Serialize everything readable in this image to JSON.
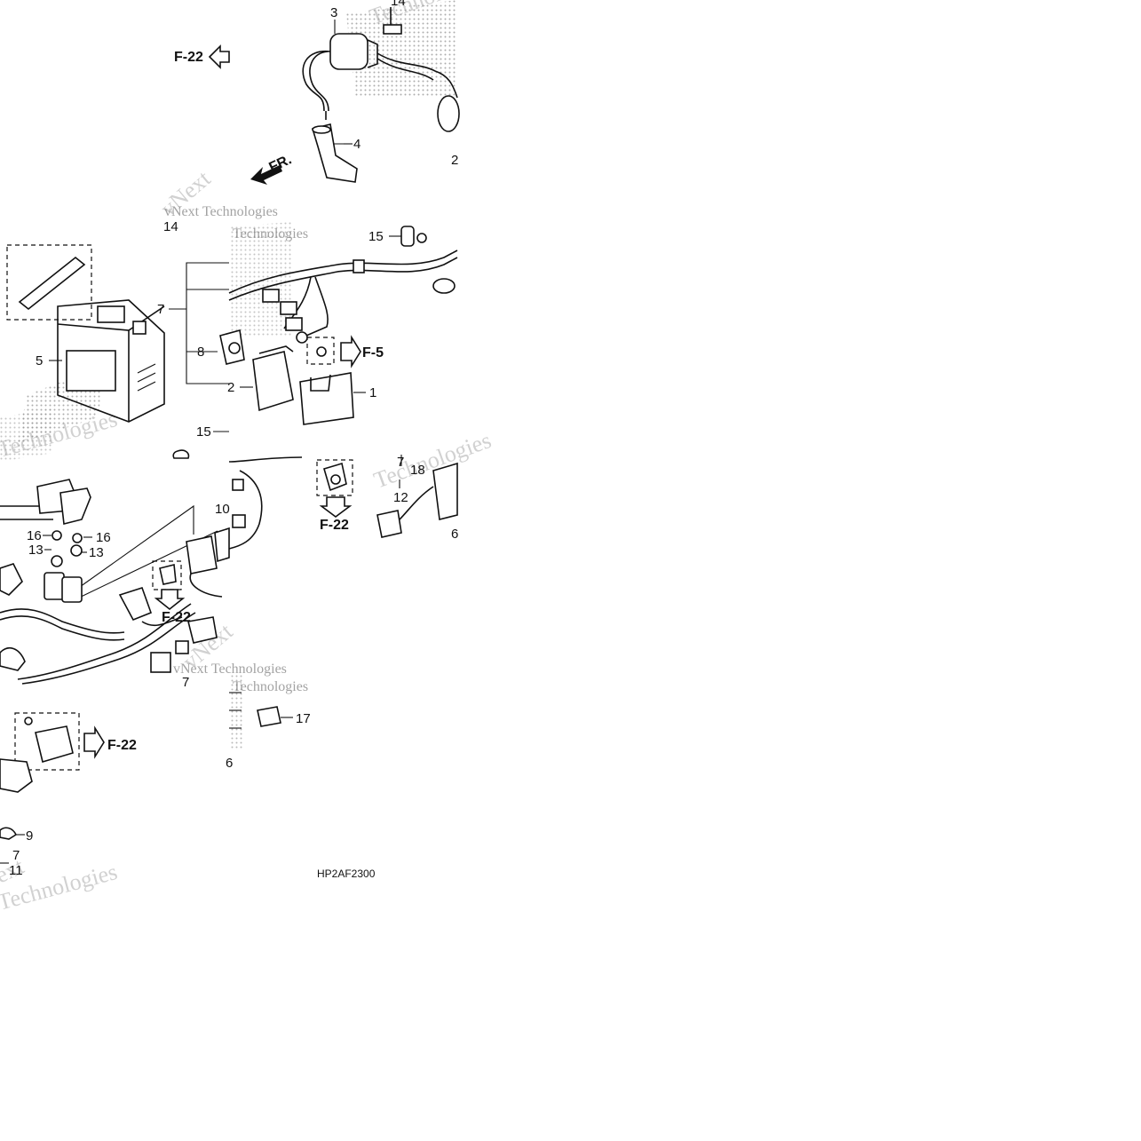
{
  "callouts": [
    "1",
    "2",
    "3",
    "4",
    "5",
    "6",
    "7",
    "8",
    "9",
    "10",
    "11",
    "12",
    "13",
    "14",
    "15",
    "16",
    "17",
    "18"
  ],
  "refs": {
    "f22": "F-22",
    "f5": "F-5"
  },
  "direction": "FR.",
  "watermark": {
    "brand_short": "vNext",
    "brand_full": "vNext Technologies",
    "fragment_tech": "Technologies",
    "fragment_ext": "ext"
  },
  "drawing_code": "HP2AF2300"
}
